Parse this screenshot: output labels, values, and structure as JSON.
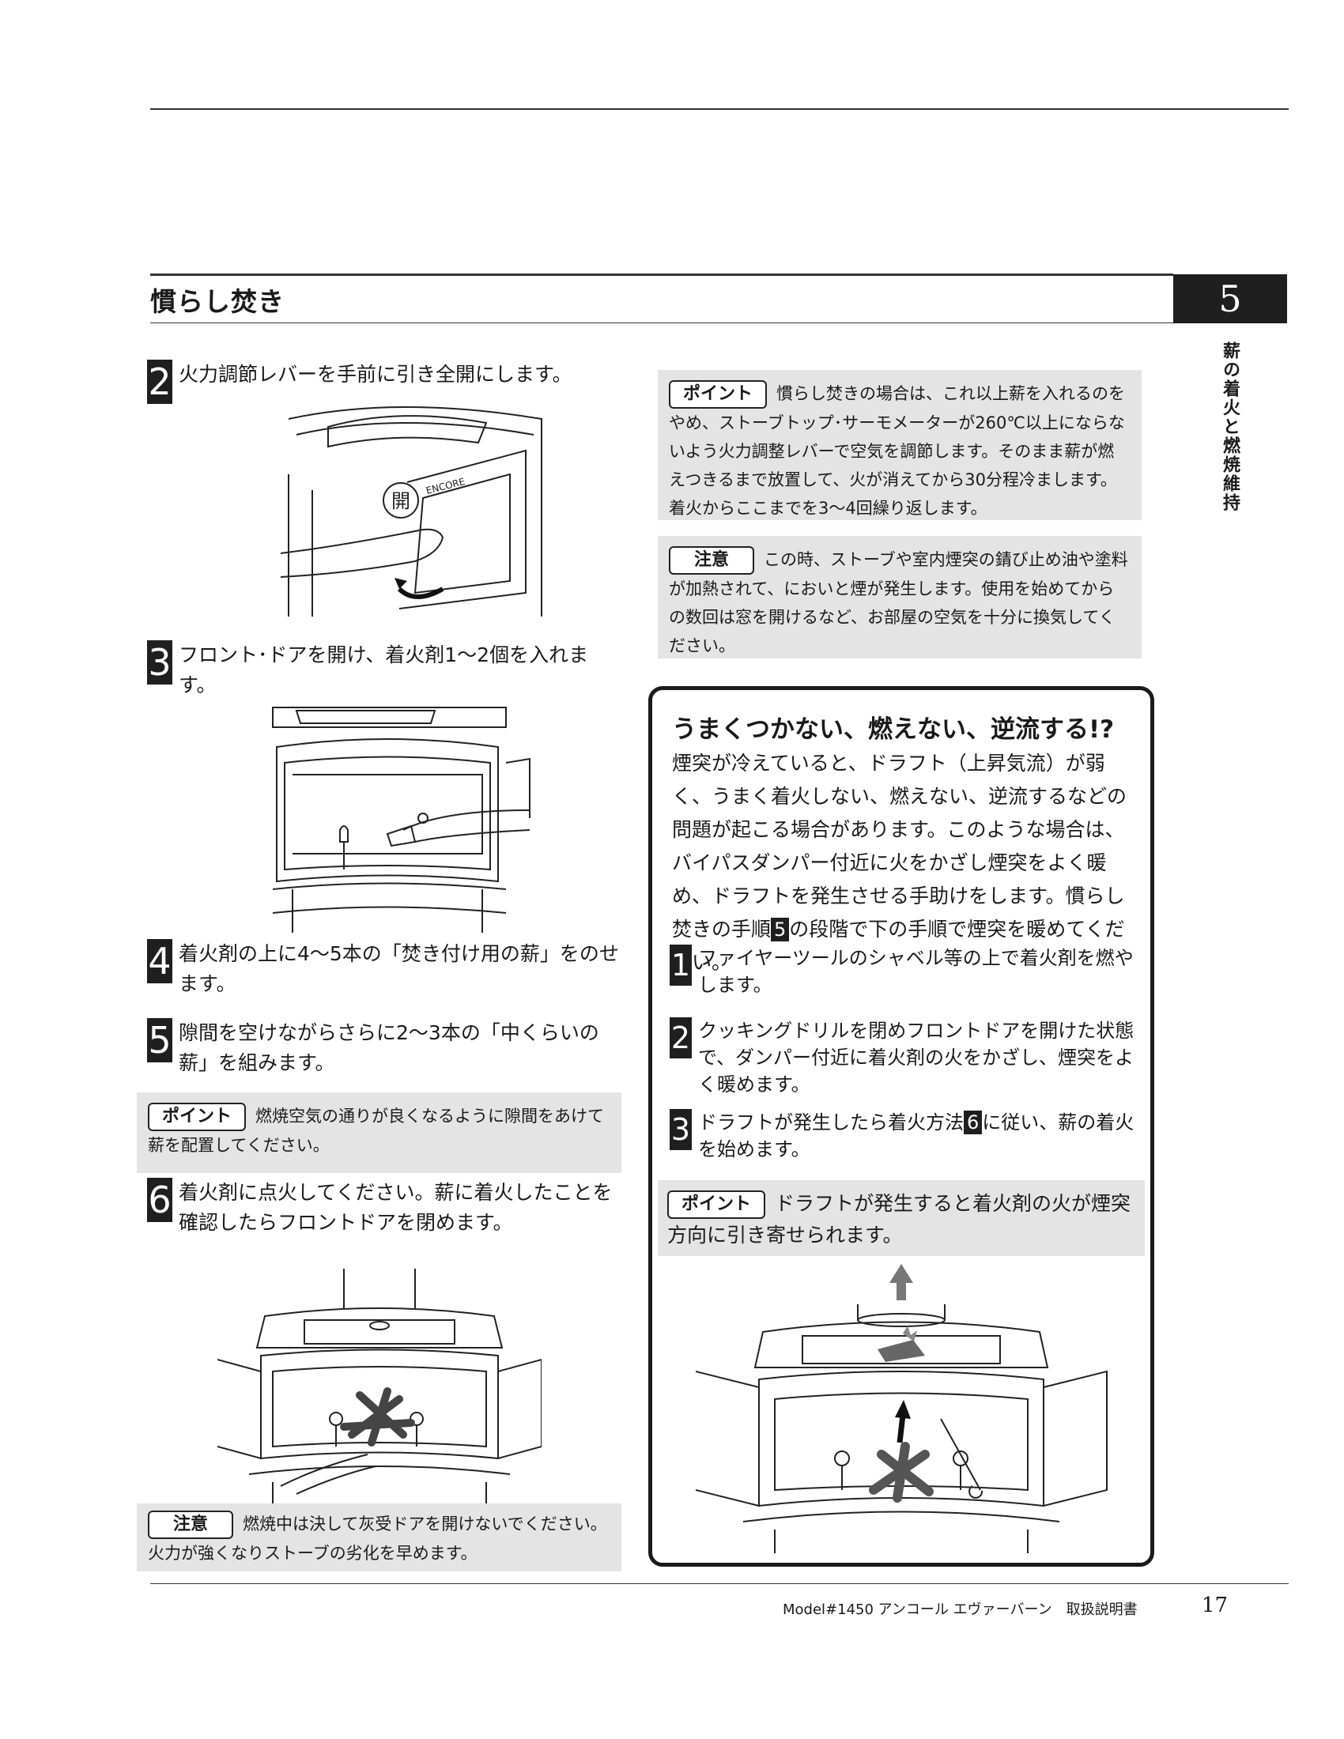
{
  "header": {
    "section_title": "慣らし焚き",
    "chapter_number": "5",
    "chapter_vertical": "薪の着火と燃焼維持"
  },
  "left": {
    "step2": {
      "num": "2",
      "text": "火力調節レバーを手前に引き全開にします。",
      "illus_label": "開",
      "brand": "ENCORE"
    },
    "step3": {
      "num": "3",
      "text": "フロント･ドアを開け、着火剤1〜2個を入れます。"
    },
    "step4": {
      "num": "4",
      "text": "着火剤の上に4〜5本の「焚き付け用の薪」をのせます。"
    },
    "step5": {
      "num": "5",
      "text": "隙間を空けながらさらに2〜3本の「中くらいの薪」を組みます。"
    },
    "point1": {
      "tag": "ポイント",
      "text": "燃焼空気の通りが良くなるように隙間をあけて薪を配置してください。"
    },
    "step6": {
      "num": "6",
      "text": "着火剤に点火してください。薪に着火したことを確認したらフロントドアを閉めます。"
    },
    "caution1": {
      "tag": "注意",
      "text": "燃焼中は決して灰受ドアを開けないでください。火力が強くなりストーブの劣化を早めます。"
    }
  },
  "right": {
    "point2": {
      "tag": "ポイント",
      "text": "慣らし焚きの場合は、これ以上薪を入れるのをやめ、ストーブトップ･サーモメーターが260℃以上にならないよう火力調整レバーで空気を調節します。そのまま薪が燃えつきるまで放置して、火が消えてから30分程冷まします。着火からここまでを3〜4回繰り返します。"
    },
    "caution2": {
      "tag": "注意",
      "text": "この時、ストーブや室内煙突の錆び止め油や塗料が加熱されて、においと煙が発生します。使用を始めてからの数回は窓を開けるなど、お部屋の空気を十分に換気してください。"
    },
    "trouble": {
      "title": "うまくつかない、燃えない、逆流する!?",
      "body_before": "煙突が冷えていると、ドラフト（上昇気流）が弱く、うまく着火しない、燃えない、逆流するなどの問題が起こる場合があります。このような場合は、バイパスダンパー付近に火をかざし煙突をよく暖め、ドラフトを発生させる手助けをします。慣らし焚きの手順",
      "body_num": "5",
      "body_after": "の段階で下の手順で煙突を暖めてください。",
      "t1": {
        "num": "1",
        "text": "ファイヤーツールのシャベル等の上で着火剤を燃やします。"
      },
      "t2": {
        "num": "2",
        "text": "クッキングドリルを閉めフロントドアを開けた状態で、ダンパー付近に着火剤の火をかざし、煙突をよく暖めます。"
      },
      "t3": {
        "num": "3",
        "text_before": "ドラフトが発生したら着火方法",
        "ref": "6",
        "text_after": "に従い、薪の着火を始めます。"
      },
      "point3": {
        "tag": "ポイント",
        "text": "ドラフトが発生すると着火剤の火が煙突方向に引き寄せられます。"
      }
    }
  },
  "footer": {
    "model": "Model#1450 アンコール エヴァーバーン　取扱説明書",
    "page": "17"
  }
}
